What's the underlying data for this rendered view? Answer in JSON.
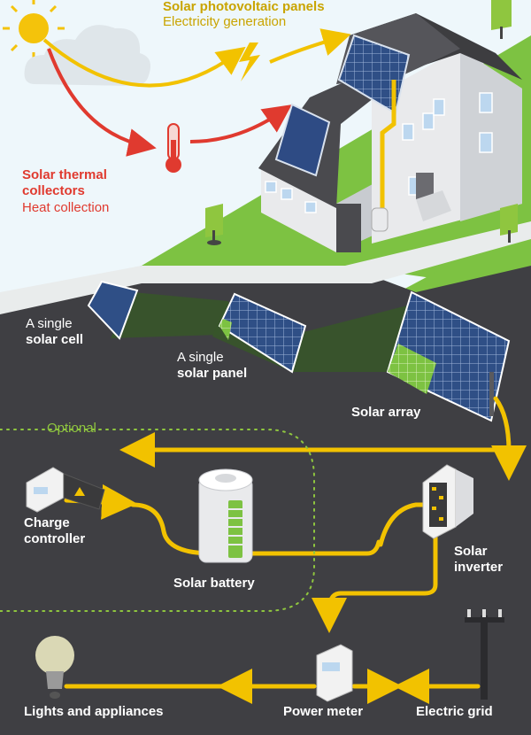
{
  "pv": {
    "title": "Solar photovoltaic panels",
    "subtitle": "Electricity generation"
  },
  "thermal": {
    "title_line1": "Solar thermal",
    "title_line2": "collectors",
    "subtitle": "Heat collection"
  },
  "cell": {
    "line1": "A single",
    "line2": "solar cell"
  },
  "panel": {
    "line1": "A single",
    "line2": "solar panel"
  },
  "array": {
    "label": "Solar array"
  },
  "optional": {
    "label": "Optional"
  },
  "charge": {
    "line1": "Charge",
    "line2": "controller"
  },
  "battery": {
    "label": "Solar battery"
  },
  "inverter": {
    "line1": "Solar",
    "line2": "inverter"
  },
  "lights": {
    "label": "Lights and appliances"
  },
  "meter": {
    "label": "Power meter"
  },
  "grid": {
    "label": "Electric grid"
  },
  "colors": {
    "flow": "#f2c200",
    "pv": "#c9a400",
    "thermal": "#e03a2f",
    "grass": "#7dc242",
    "asphalt": "#3f3f43",
    "sky": "#eef7fb"
  }
}
